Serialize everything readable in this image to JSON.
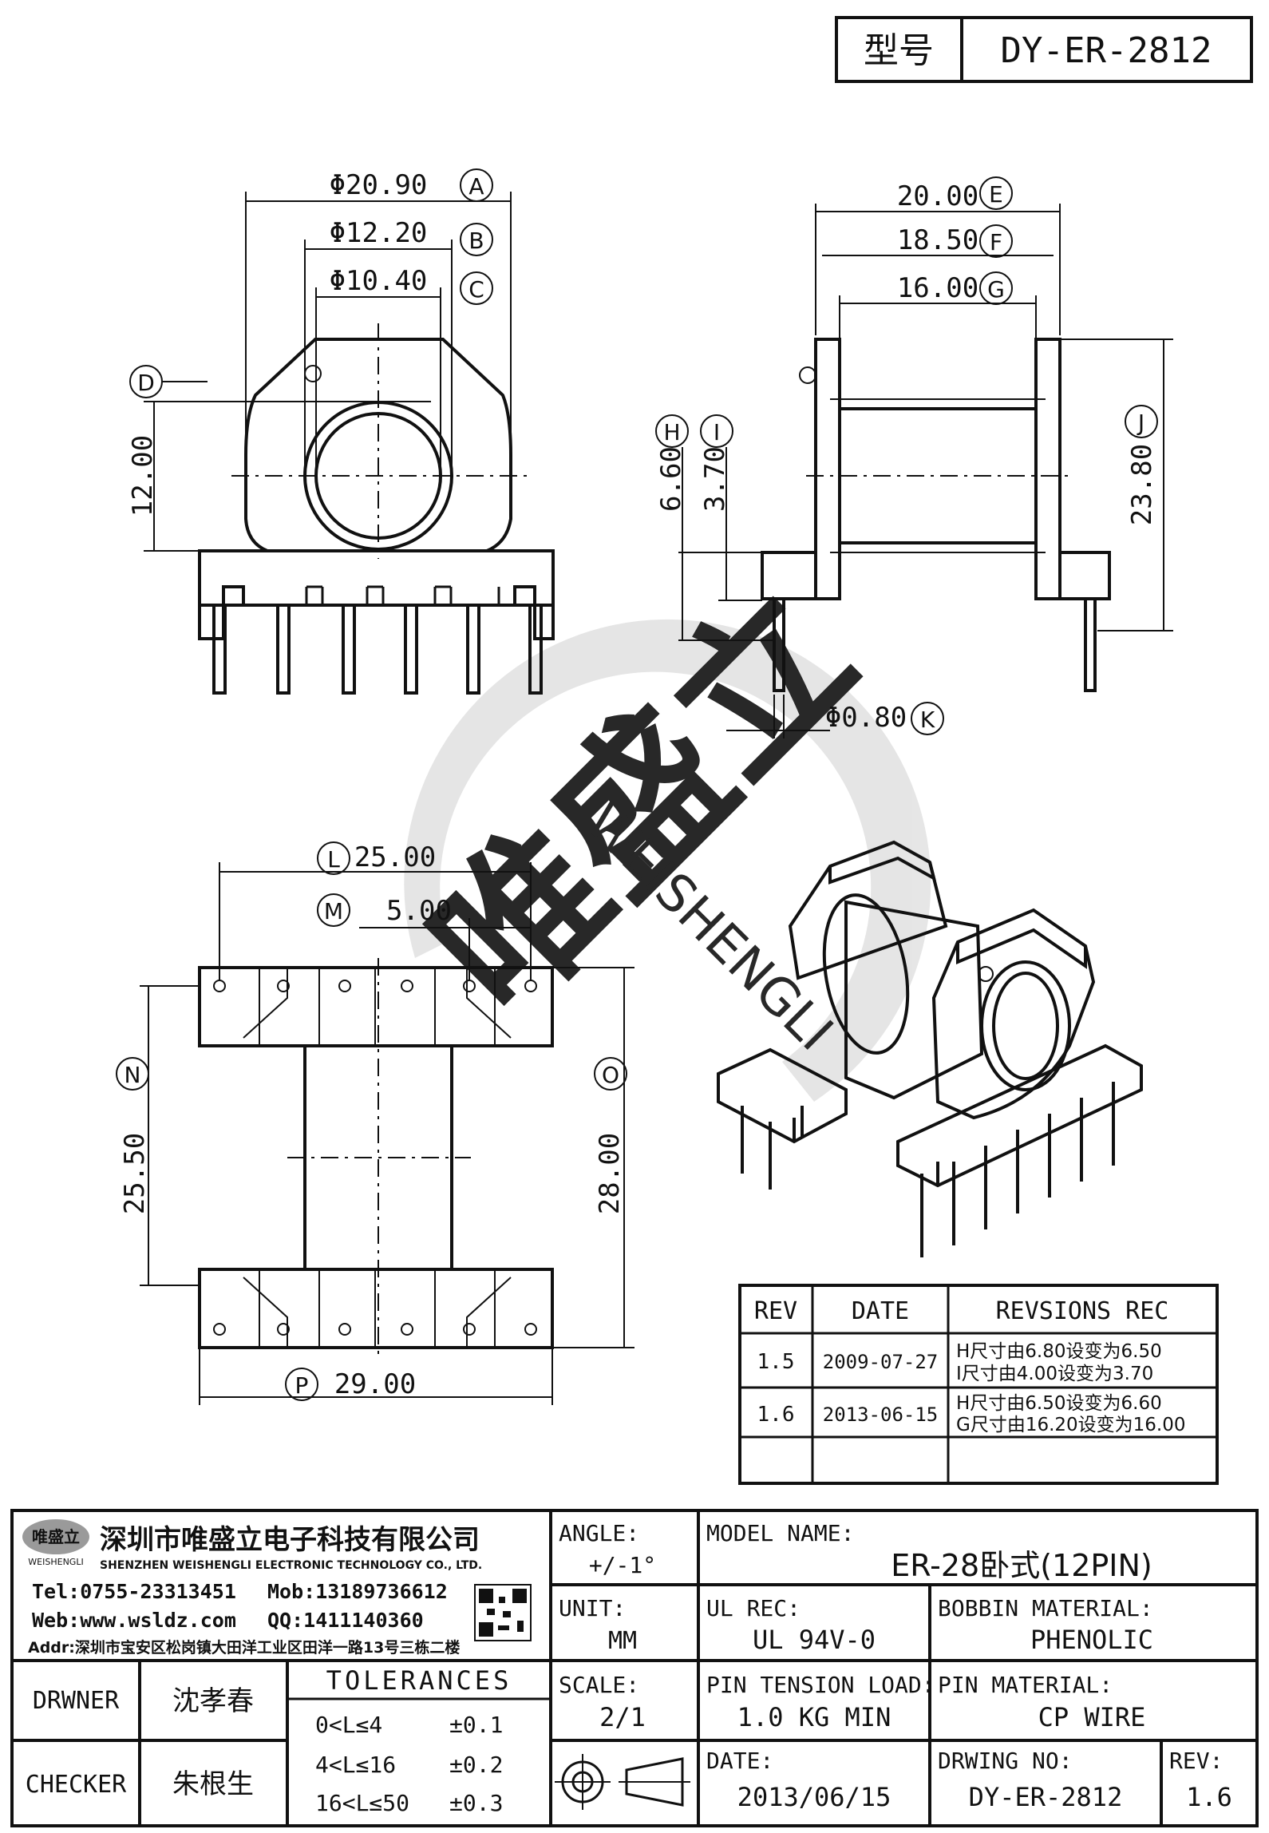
{
  "header": {
    "model_label": "型号",
    "model_value": "DY-ER-2812"
  },
  "dimensions": {
    "A": "Φ20.90",
    "B": "Φ12.20",
    "C": "Φ10.40",
    "D": "12.00",
    "E": "20.00",
    "F": "18.50",
    "G": "16.00",
    "H": "6.60",
    "I": "3.70",
    "J": "23.80",
    "K": "Φ0.80",
    "L": "25.00",
    "M": "5.00",
    "N": "25.50",
    "O": "28.00",
    "P": "29.00"
  },
  "dimension_letters": [
    "A",
    "B",
    "C",
    "D",
    "E",
    "F",
    "G",
    "H",
    "I",
    "J",
    "K",
    "L",
    "M",
    "N",
    "O",
    "P"
  ],
  "watermark": {
    "brand": "唯盛立",
    "latin": "WEISHENGLI"
  },
  "revisions": {
    "headers": [
      "REV",
      "DATE",
      "REVSIONS REC"
    ],
    "rows": [
      {
        "rev": "1.5",
        "date": "2009-07-27",
        "line1": "H尺寸由6.80设变为6.50",
        "line2": "I尺寸由4.00设变为3.70"
      },
      {
        "rev": "1.6",
        "date": "2013-06-15",
        "line1": "H尺寸由6.50设变为6.60",
        "line2": "G尺寸由16.20设变为16.00"
      }
    ]
  },
  "company": {
    "logo_text": "唯盛立",
    "logo_sub": "WEISHENGLI",
    "name_cn": "深圳市唯盛立电子科技有限公司",
    "name_en": "SHENZHEN WEISHENGLI ELECTRONIC TECHNOLOGY CO., LTD.",
    "tel": "Tel:0755-23313451",
    "mob": "Mob:13189736612",
    "web": "Web:www.wsldz.com",
    "qq": "QQ:1411140360",
    "addr": "Addr:深圳市宝安区松岗镇大田洋工业区田洋一路13号三栋二楼"
  },
  "title_block": {
    "angle_label": "ANGLE:",
    "angle_value": "+/-1°",
    "model_name_label": "MODEL NAME:",
    "model_name_value": "ER-28卧式(12PIN)",
    "unit_label": "UNIT:",
    "unit_value": "MM",
    "ul_rec_label": "UL REC:",
    "ul_rec_value": "UL 94V-0",
    "bobbin_material_label": "BOBBIN MATERIAL:",
    "bobbin_material_value": "PHENOLIC",
    "drawer_label": "DRWNER",
    "drawer_value": "沈孝春",
    "checker_label": "CHECKER",
    "checker_value": "朱根生",
    "tolerances_label": "TOLERANCES",
    "tolerances": [
      {
        "range": "0<L≤4",
        "value": "±0.1"
      },
      {
        "range": "4<L≤16",
        "value": "±0.2"
      },
      {
        "range": "16<L≤50",
        "value": "±0.3"
      }
    ],
    "scale_label": "SCALE:",
    "scale_value": "2/1",
    "pin_tension_label": "PIN TENSION LOAD:",
    "pin_tension_value": "1.0 KG MIN",
    "pin_material_label": "PIN MATERIAL:",
    "pin_material_value": "CP WIRE",
    "date_label": "DATE:",
    "date_value": "2013/06/15",
    "drawing_no_label": "DRWING NO:",
    "drawing_no_value": "DY-ER-2812",
    "rev_label": "REV:",
    "rev_value": "1.6"
  }
}
